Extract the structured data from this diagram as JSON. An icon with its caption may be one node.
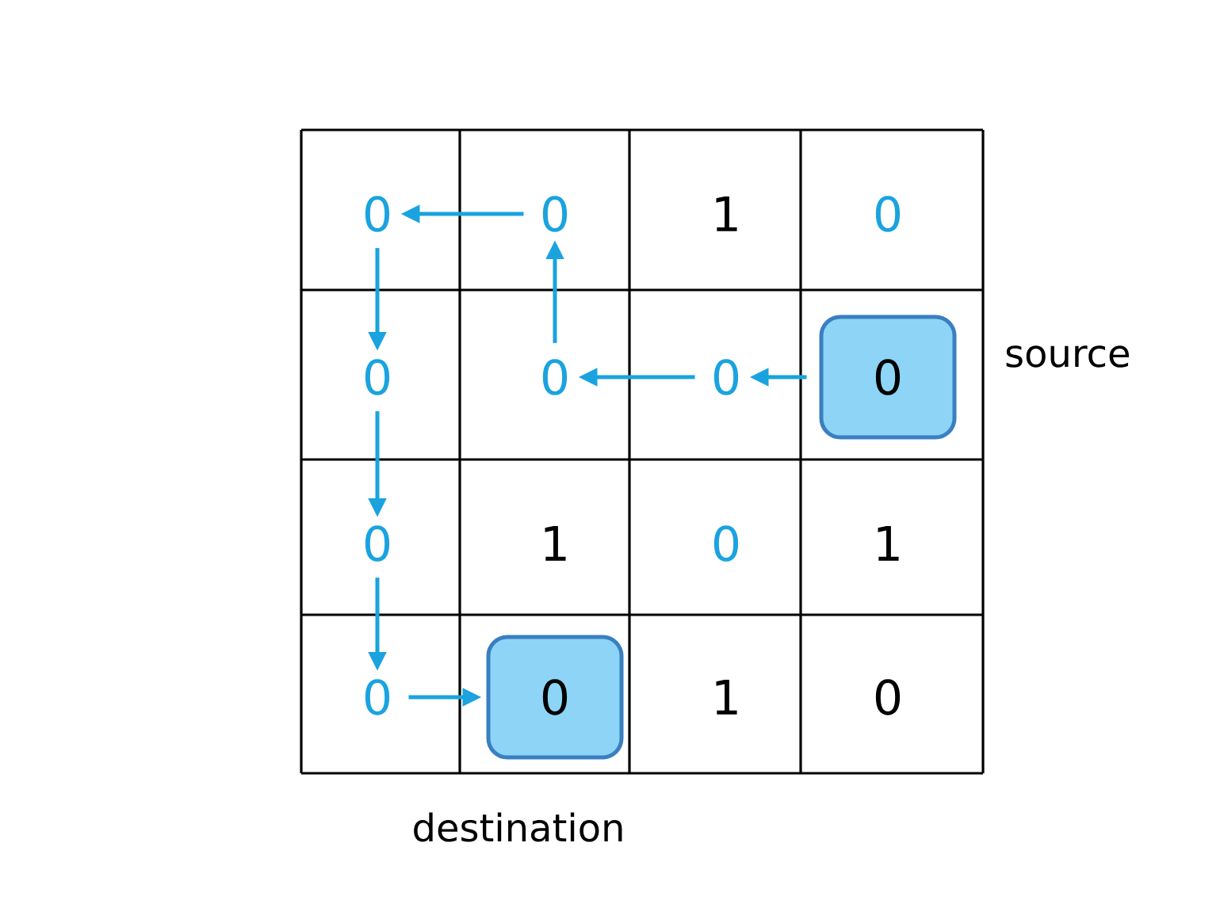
{
  "diagram": {
    "nodes": [
      {
        "text": [
          "0"
        ]
      },
      {
        "text": [
          "0"
        ]
      },
      {
        "text": [
          "1"
        ]
      },
      {
        "text": [
          "0"
        ]
      },
      {
        "text": [
          "0"
        ]
      },
      {
        "text": [
          "0"
        ]
      },
      {
        "text": [
          "0"
        ]
      },
      {
        "text": [
          "0"
        ],
        "beside": [
          "source"
        ]
      },
      {
        "text": [
          "0"
        ]
      },
      {
        "text": [
          "1"
        ]
      },
      {
        "text": [
          "0"
        ]
      },
      {
        "text": [
          "1"
        ]
      },
      {
        "text": [
          "0"
        ]
      },
      {
        "text": [
          "0"
        ],
        "beside": [
          "destination"
        ]
      },
      {
        "text": [
          "1"
        ]
      },
      {
        "text": [
          "0"
        ]
      }
    ],
    "edges": [
      {
        "from": 7,
        "to": 6,
        "arrow": "to"
      },
      {
        "from": 6,
        "to": 5,
        "arrow": "to"
      },
      {
        "from": 5,
        "to": 1,
        "arrow": "to"
      },
      {
        "from": 1,
        "to": 0,
        "arrow": "to"
      },
      {
        "from": 0,
        "to": 4,
        "arrow": "to"
      },
      {
        "from": 4,
        "to": 8,
        "arrow": "to"
      },
      {
        "from": 8,
        "to": 12,
        "arrow": "to"
      },
      {
        "from": 12,
        "to": 13,
        "arrow": "to"
      }
    ]
  }
}
